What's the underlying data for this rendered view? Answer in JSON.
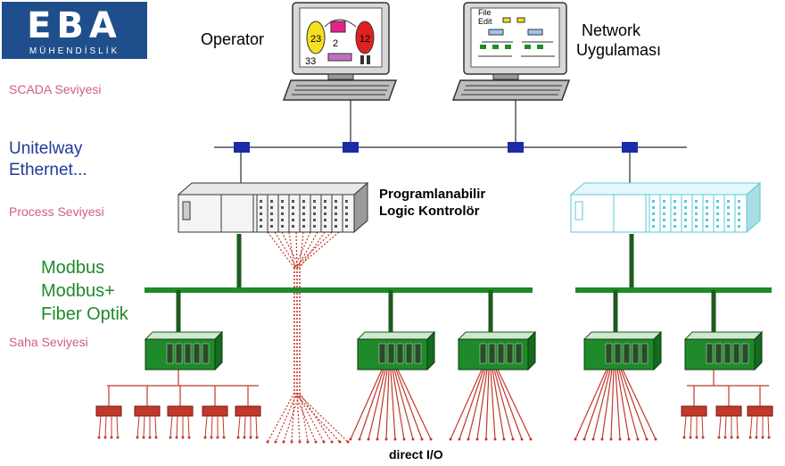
{
  "logo": {
    "name": "EBA",
    "subtitle": "MÜHENDİSLİK"
  },
  "levels": {
    "scada": "SCADA  Seviyesi",
    "process": "Process Seviyesi",
    "field": "Saha Seviyesi"
  },
  "networks": {
    "ethernet_line1": "Unitelway",
    "ethernet_line2": "Ethernet...",
    "fieldbus_line1": "Modbus",
    "fieldbus_line2": "Modbus+",
    "fieldbus_line3": "Fiber Optik"
  },
  "computers": {
    "operator_label": "Operator",
    "network_label_line1": "Network",
    "network_label_line2": "Uygulaması",
    "operator_screen_values": [
      "23",
      "2",
      "12",
      "33"
    ],
    "network_menu": [
      "File",
      "Edit"
    ]
  },
  "plc": {
    "label_line1": "Programlanabilir",
    "label_line2": "Logic Kontrolör"
  },
  "direct_io_label": "direct I/O",
  "colors": {
    "logo_bg": "#1f4e8c",
    "level_text": "#d0607c",
    "network_text": "#1f3c96",
    "fieldbus": "#1f8a2a",
    "io_wiring": "#c0392b",
    "plc_secondary": "#5bc8d8"
  }
}
